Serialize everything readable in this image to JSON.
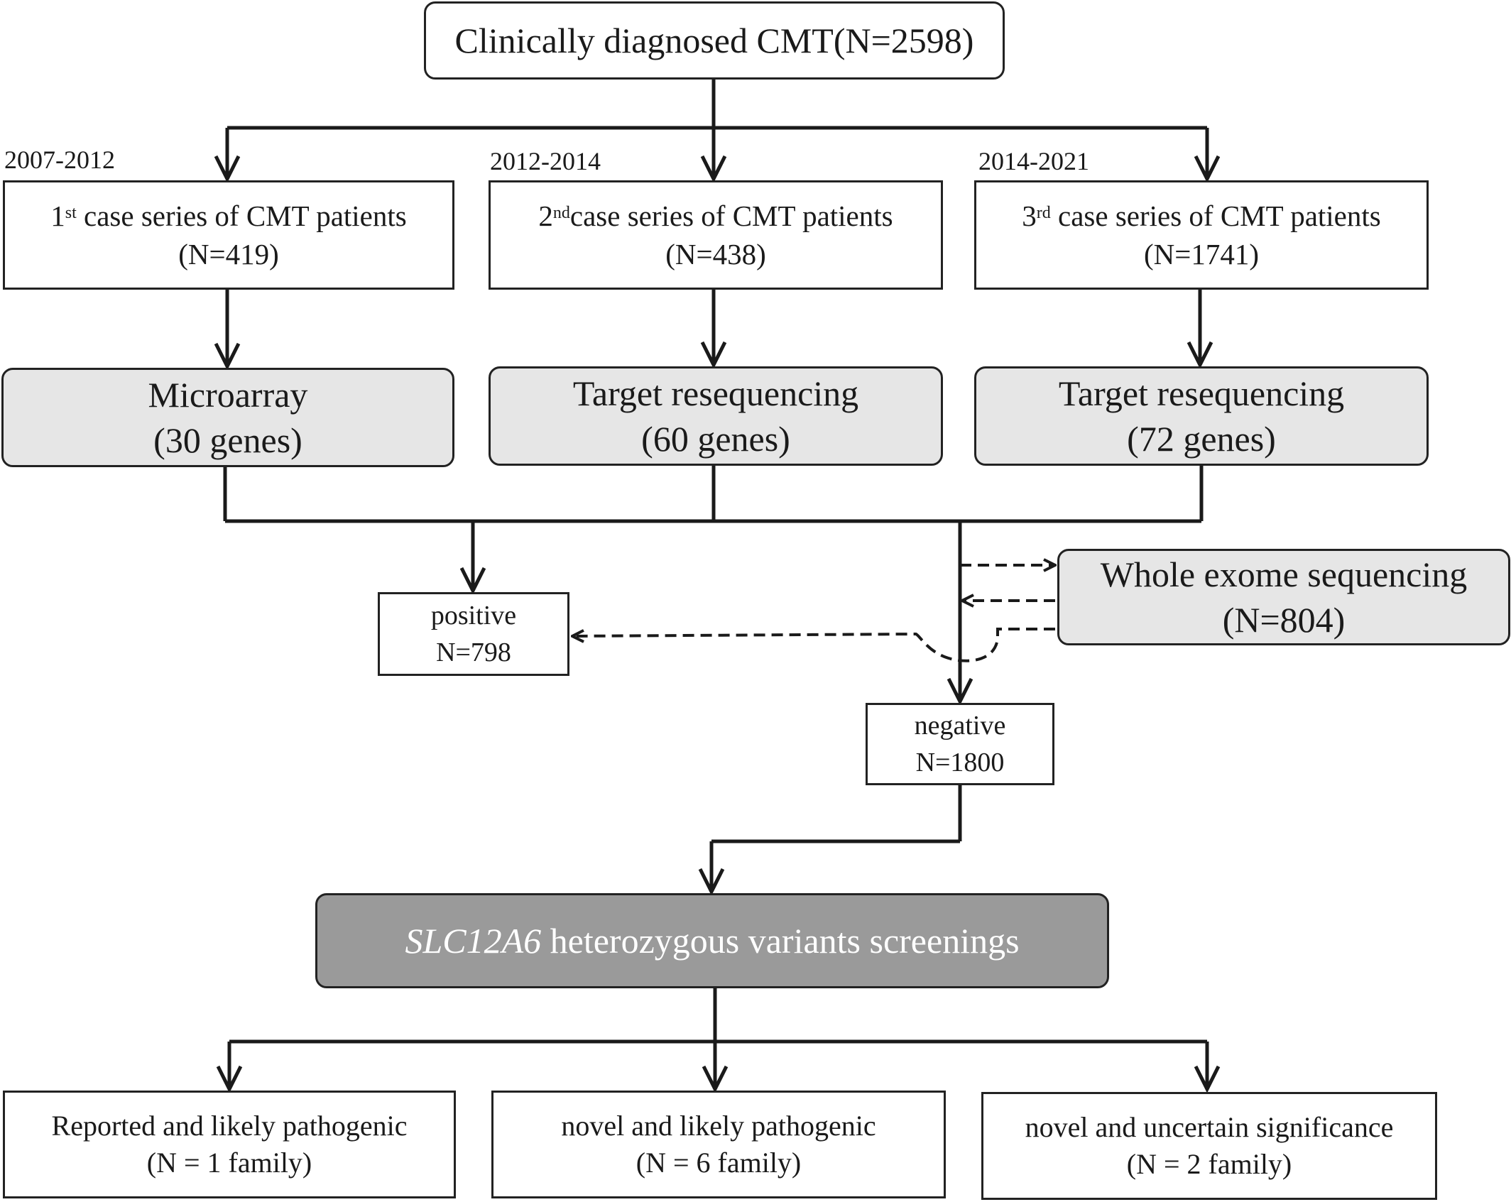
{
  "top": {
    "label": "Clinically diagnosed CMT(N=2598)"
  },
  "years": [
    "2007-2012",
    "2012-2014",
    "2014-2021"
  ],
  "series": [
    {
      "num": "1",
      "sup": "st",
      "label": " case series of CMT patients",
      "n": "(N=419)"
    },
    {
      "num": "2",
      "sup": "nd",
      "label": "case series of CMT patients",
      "n": "(N=438)"
    },
    {
      "num": "3",
      "sup": "rd",
      "label": " case series of CMT patients",
      "n": "(N=1741)"
    }
  ],
  "methods": [
    {
      "name": "Microarray",
      "genes": "(30 genes)"
    },
    {
      "name": "Target resequencing",
      "genes": "(60 genes)"
    },
    {
      "name": "Target resequencing",
      "genes": "(72 genes)"
    }
  ],
  "positive": {
    "label": "positive",
    "n": "N=798"
  },
  "negative": {
    "label": "negative",
    "n": "N=1800"
  },
  "wes": {
    "label": "Whole exome sequencing",
    "n": "(N=804)"
  },
  "screening": {
    "gene": "SLC12A6",
    "rest": " heterozygous variants screenings"
  },
  "outcomes": [
    {
      "label": "Reported and likely pathogenic",
      "n": "(N = 1 family)"
    },
    {
      "label": "novel and likely pathogenic",
      "n": "(N = 6 family)"
    },
    {
      "label": "novel and uncertain significance",
      "n": "(N = 2 family)"
    }
  ],
  "colors": {
    "line": "#1a1a1a",
    "gray_box": "#e6e6e6",
    "dark_box": "#9a9a9a"
  }
}
